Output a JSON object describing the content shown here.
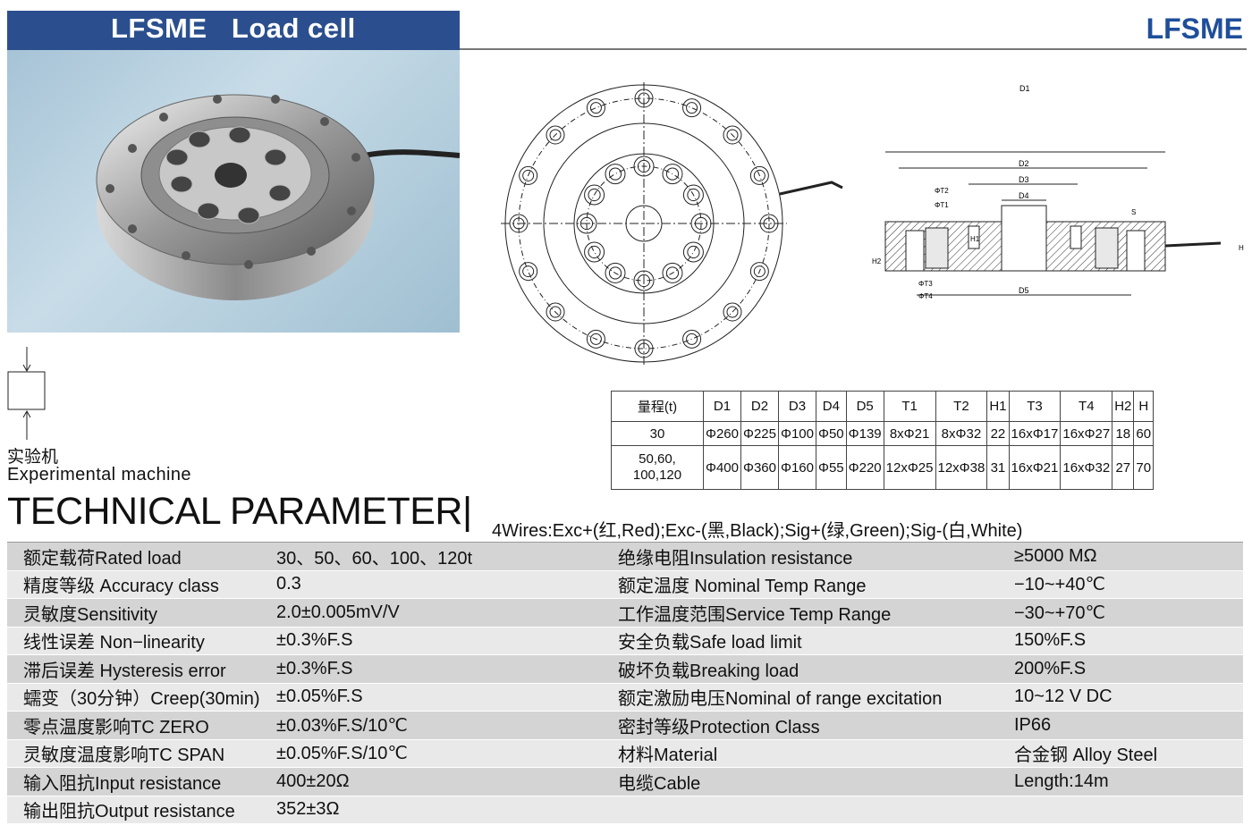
{
  "header": {
    "title": "LFSME   Load cell",
    "brand": "LFSME"
  },
  "experimental_machine": {
    "cn": "实验机",
    "en": "Experimental machine"
  },
  "technical": {
    "title": "TECHNICAL PARAMETER|",
    "wires": "4Wires:Exc+(红,Red);Exc-(黑,Black);Sig+(绿,Green);Sig-(白,White)"
  },
  "drawing_labels": {
    "D1": "D1",
    "D2": "D2",
    "D3": "D3",
    "D4": "D4",
    "D5": "D5",
    "T1": "ΦT1",
    "T2": "ΦT2",
    "T3": "ΦT3",
    "T4": "ΦT4",
    "H": "H",
    "H1": "H1",
    "H2": "H2",
    "S": "S"
  },
  "dims_table": {
    "headers": [
      "量程(t)",
      "D1",
      "D2",
      "D3",
      "D4",
      "D5",
      "T1",
      "T2",
      "H1",
      "T3",
      "T4",
      "H2",
      "H"
    ],
    "rows": [
      [
        "30",
        "Φ260",
        "Φ225",
        "Φ100",
        "Φ50",
        "Φ139",
        "8xΦ21",
        "8xΦ32",
        "22",
        "16xΦ17",
        "16xΦ27",
        "18",
        "60"
      ],
      [
        "50,60,\n100,120",
        "Φ400",
        "Φ360",
        "Φ160",
        "Φ55",
        "Φ220",
        "12xΦ25",
        "12xΦ38",
        "31",
        "16xΦ21",
        "16xΦ32",
        "27",
        "70"
      ]
    ]
  },
  "params": [
    [
      "额定载荷Rated load",
      "30、50、60、100、120t",
      "绝缘电阻Insulation resistance",
      "≥5000 MΩ"
    ],
    [
      "精度等级 Accuracy class",
      "0.3",
      "额定温度 Nominal Temp Range",
      "−10~+40℃"
    ],
    [
      "灵敏度Sensitivity",
      "2.0±0.005mV/V",
      "工作温度范围Service Temp Range",
      "−30~+70℃"
    ],
    [
      "线性误差 Non−linearity",
      "±0.3%F.S",
      "安全负载Safe load limit",
      "150%F.S"
    ],
    [
      "滞后误差 Hysteresis error",
      "±0.3%F.S",
      "破坏负载Breaking load",
      "200%F.S"
    ],
    [
      "蠕变（30分钟）Creep(30min)",
      "±0.05%F.S",
      "额定激励电压Nominal of range excitation",
      "10~12 V DC"
    ],
    [
      "零点温度影响TC ZERO",
      "±0.03%F.S/10℃",
      "密封等级Protection Class",
      "IP66"
    ],
    [
      "灵敏度温度影响TC SPAN",
      "±0.05%F.S/10℃",
      "材料Material",
      "合金钢 Alloy Steel"
    ],
    [
      "输入阻抗Input resistance",
      "400±20Ω",
      "电缆Cable",
      "Length:14m"
    ],
    [
      "输出阻抗Output resistance",
      "352±3Ω",
      "",
      ""
    ]
  ]
}
